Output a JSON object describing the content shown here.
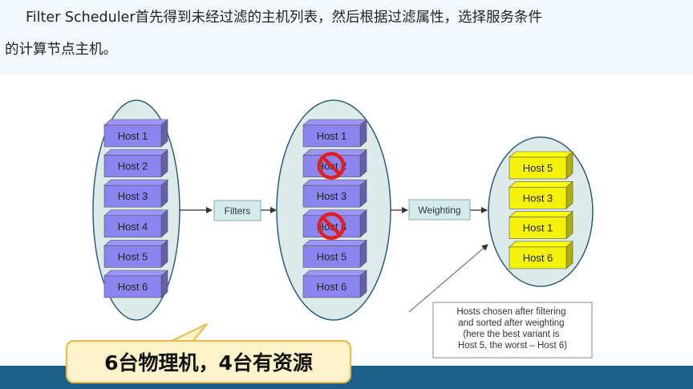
{
  "slide": {
    "paragraph_line1": "Filter Scheduler首先得到未经过滤的主机列表，然后根据过滤属性，选择服务条件",
    "paragraph_line2": "的计算节点主机。"
  },
  "diagram": {
    "unfiltered_hosts": [
      "Host 1",
      "Host 2",
      "Host 3",
      "Host 4",
      "Host 5",
      "Host 6"
    ],
    "filtered_hosts": [
      "Host 1",
      "Host 2",
      "Host 3",
      "Host 4",
      "Host 5",
      "Host 6"
    ],
    "rejected_hosts": [
      "Host 2",
      "Host 4"
    ],
    "filters_label": "Filters",
    "weighting_label": "Weighting",
    "ranked_hosts": [
      "Host 5",
      "Host 3",
      "Host 1",
      "Host 6"
    ],
    "note_lines": [
      "Hosts chosen after filtering",
      "and sorted after weighting",
      "(here the best variant is",
      "Host 5, the worst – Host 6)"
    ],
    "colors": {
      "ellipse_fill": "#dcebea",
      "ellipse_stroke": "#2d5f7a",
      "host_purple": "#8c85f0",
      "host_yellow": "#f4f20a",
      "stage_box": "#d3eceb",
      "prohibited_red": "#e02020"
    },
    "icons": {
      "rejected": "prohibited-icon"
    }
  },
  "callout": {
    "text": "6台物理机，4台有资源"
  }
}
